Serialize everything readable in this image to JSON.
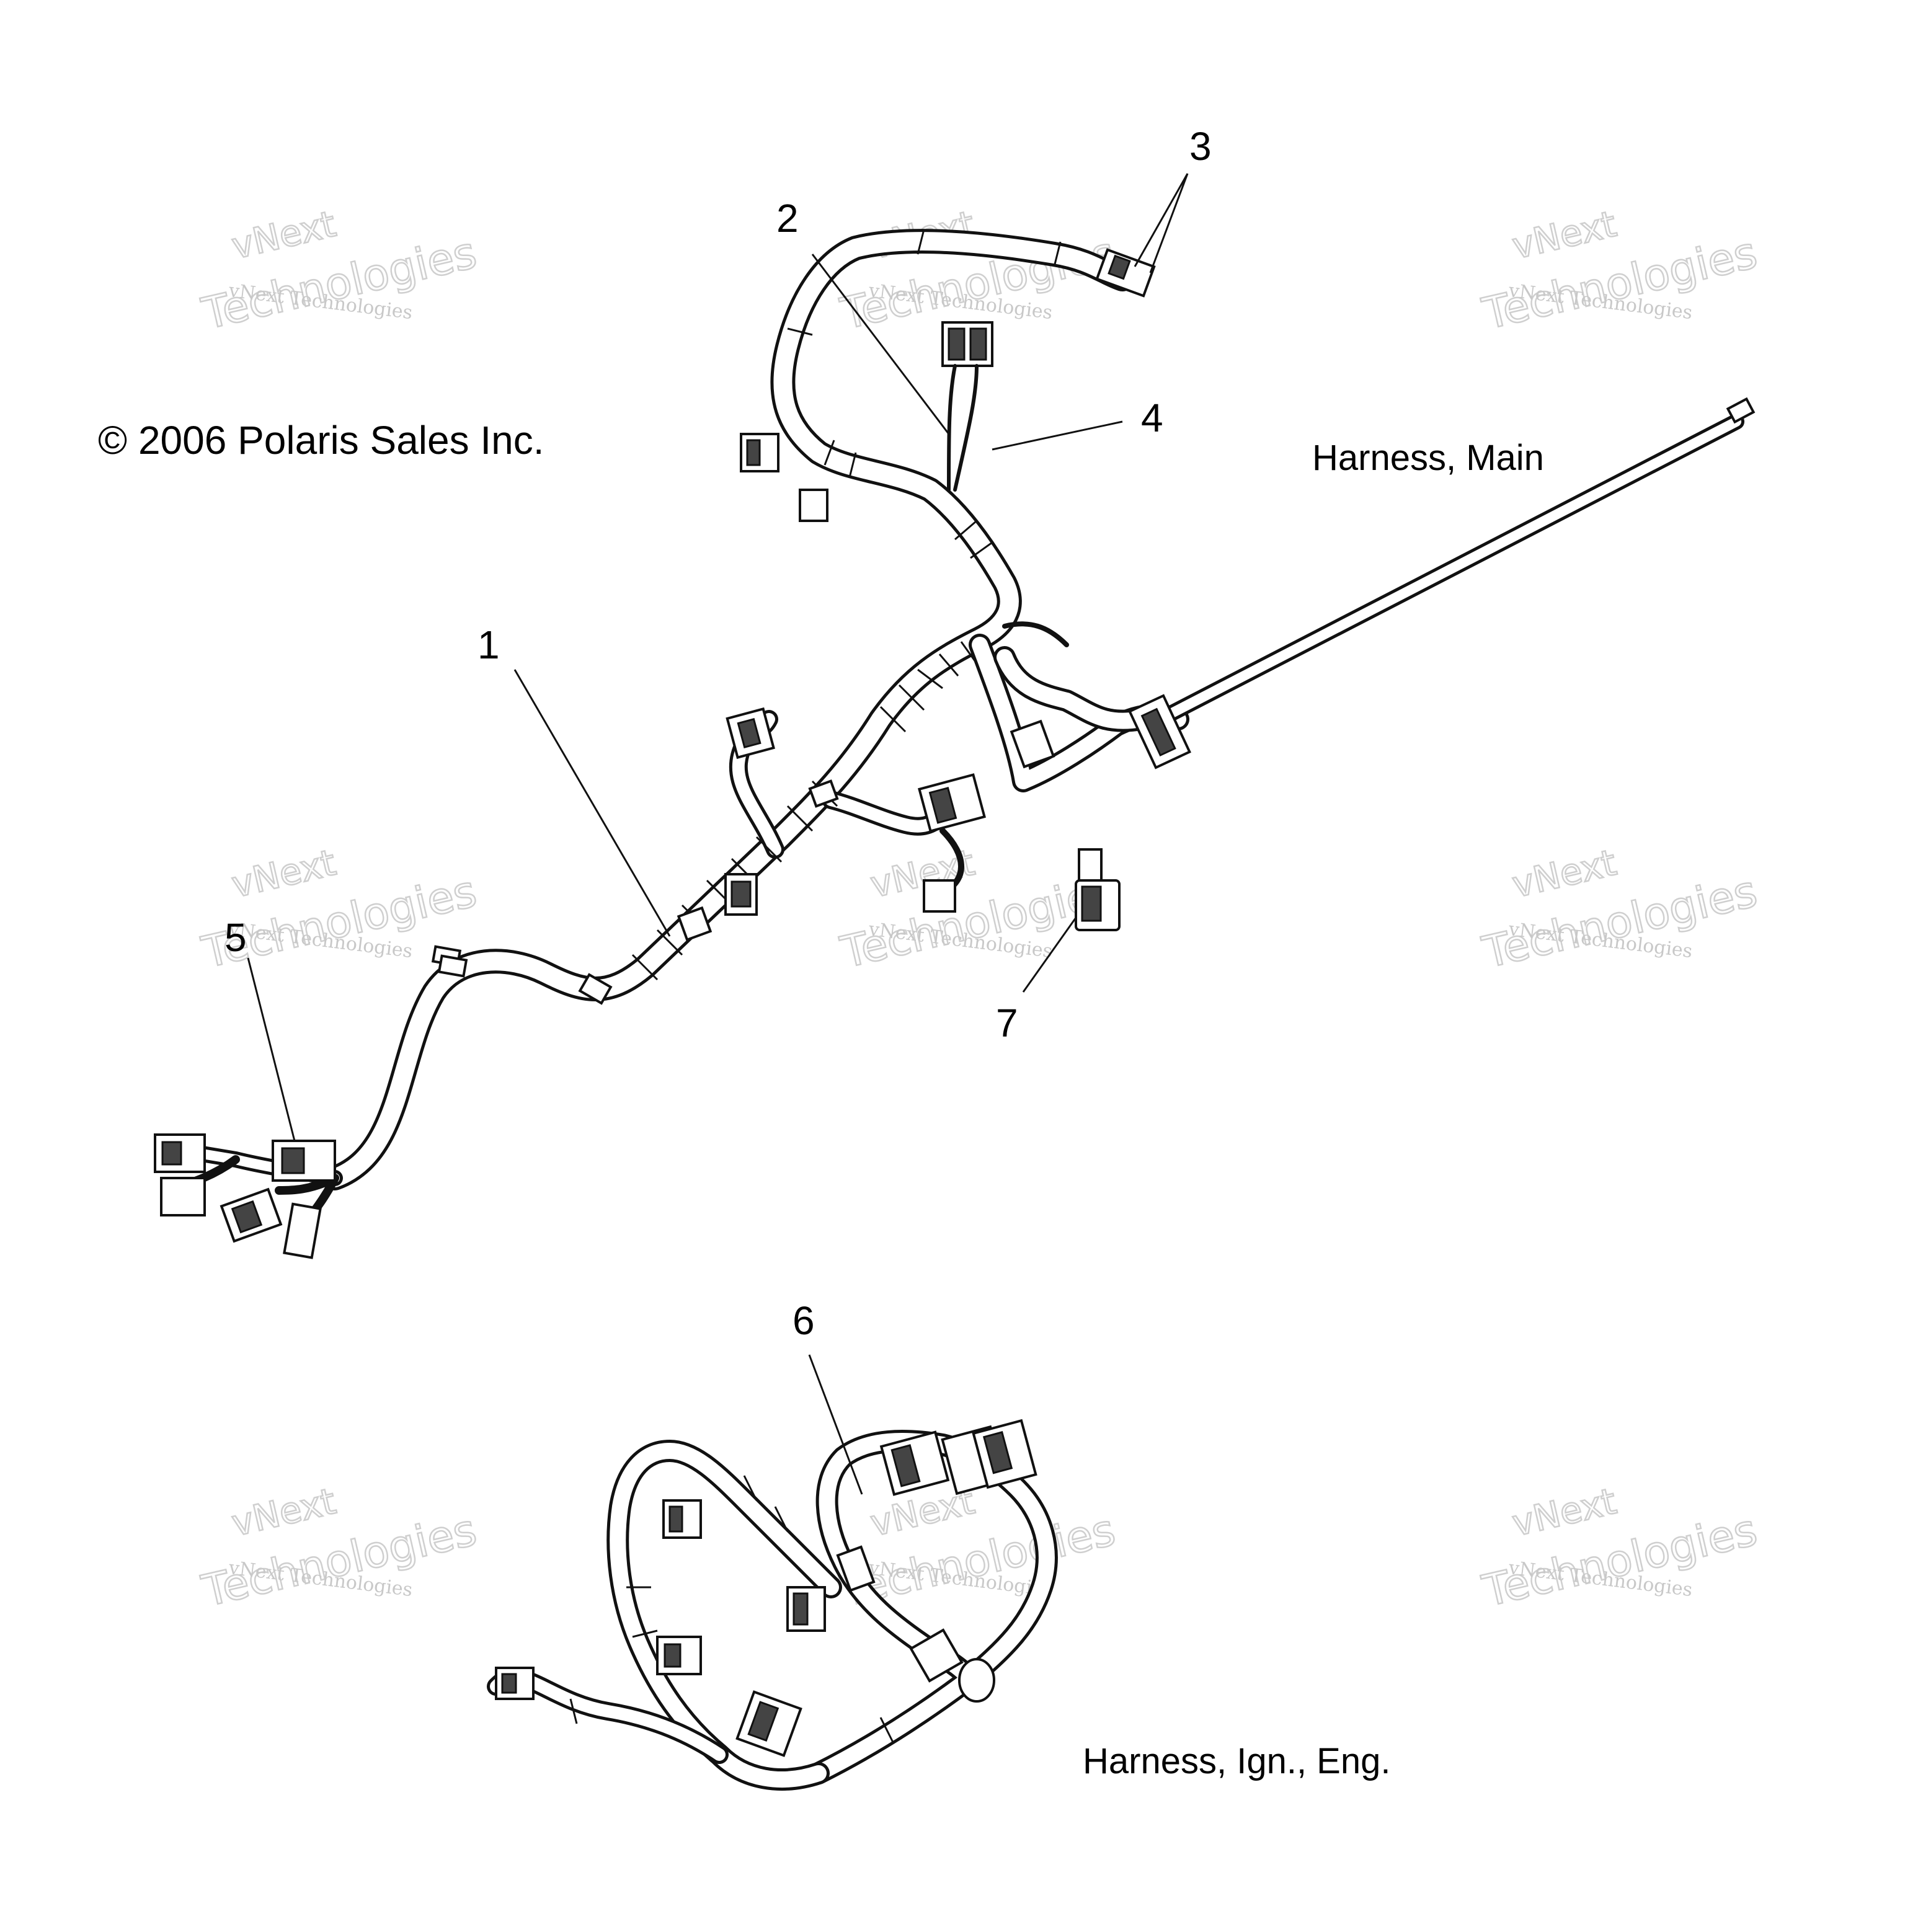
{
  "copyright": "© 2006 Polaris Sales Inc.",
  "captions": {
    "main": "Harness, Main",
    "ignition": "Harness, Ign., Eng."
  },
  "callouts": [
    "1",
    "2",
    "3",
    "4",
    "5",
    "6",
    "7"
  ],
  "watermark": {
    "line1": "vNext Technologies",
    "line2": "vNext",
    "line3": "Technologies"
  }
}
